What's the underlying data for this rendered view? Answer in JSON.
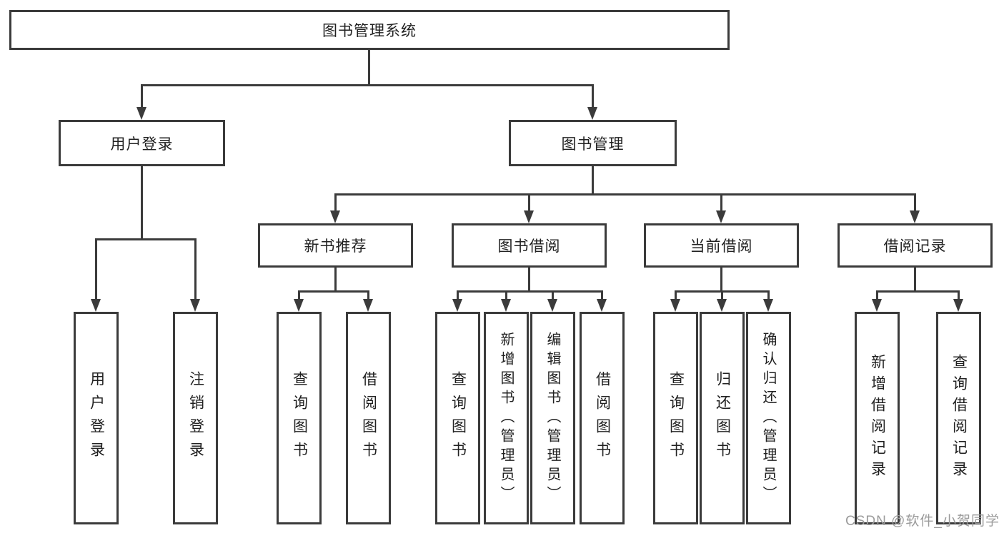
{
  "diagram": {
    "tree": {
      "label": "图书管理系统",
      "children": [
        {
          "label": "用户登录",
          "children": [
            {
              "label": "用户登录"
            },
            {
              "label": "注销登录"
            }
          ]
        },
        {
          "label": "图书管理",
          "children": [
            {
              "label": "新书推荐",
              "children": [
                {
                  "label": "查询图书"
                },
                {
                  "label": "借阅图书"
                }
              ]
            },
            {
              "label": "图书借阅",
              "children": [
                {
                  "label": "查询图书"
                },
                {
                  "label": "新增图书（管理员）"
                },
                {
                  "label": "编辑图书（管理员）"
                },
                {
                  "label": "借阅图书"
                }
              ]
            },
            {
              "label": "当前借阅",
              "children": [
                {
                  "label": "查询图书"
                },
                {
                  "label": "归还图书"
                },
                {
                  "label": "确认归还（管理员）"
                }
              ]
            },
            {
              "label": "借阅记录",
              "children": [
                {
                  "label": "新增借阅记录"
                },
                {
                  "label": "查询借阅记录"
                }
              ]
            }
          ]
        }
      ]
    }
  },
  "watermark": {
    "text": "CSDN @软件_小贺同学"
  },
  "colors": {
    "line": "#3b3b3b",
    "text": "#212121",
    "watermark": "#9b9b9b",
    "background": "#ffffff"
  }
}
